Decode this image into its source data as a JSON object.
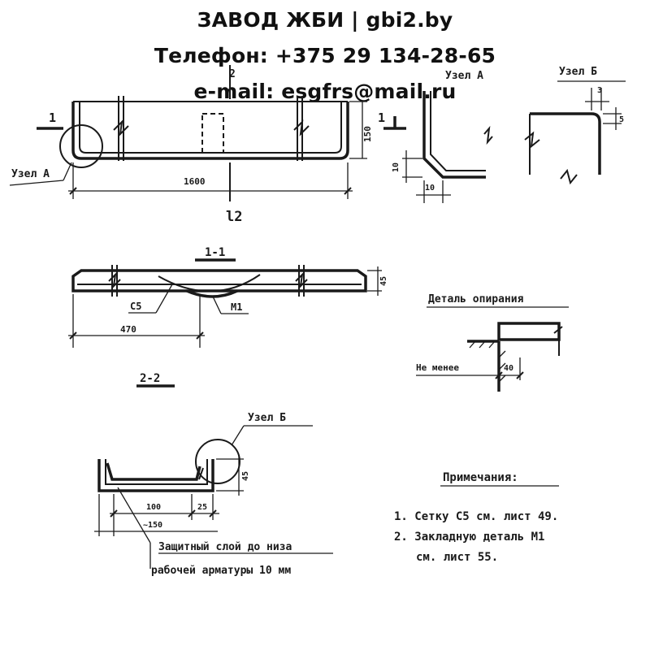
{
  "header": {
    "company": "ЗАВОД ЖБИ | gbi2.by",
    "phone": "Телефон: +375 29 134-28-65",
    "email": "e-mail: esgfrs@mail.ru"
  },
  "labels": {
    "cut_1": "1",
    "cut_2": "2",
    "node_a": "Узел А",
    "node_b": "Узел Б",
    "length_1600": "1600",
    "length_l2": "l2",
    "height_150": "150",
    "detail_10a": "10",
    "detail_10b": "10",
    "detail_3": "3",
    "detail_5": "5",
    "section_11": "1-1",
    "height_45": "45",
    "mesh_c5": "С5",
    "part_m1": "М1",
    "dim_470": "470",
    "support_title": "Деталь опирания",
    "not_less": "Не менее",
    "dim_40": "40",
    "section_22": "2-2",
    "node_b2": "Узел Б",
    "dim_100": "100",
    "dim_25": "25",
    "dim_150b": "~150",
    "height_45b": "45",
    "cover_line1": "Защитный слой до низа",
    "cover_line2": "рабочей арматуры 10 мм"
  },
  "notes": {
    "title": "Примечания:",
    "item1": "1. Сетку С5 см. лист 49.",
    "item2": "2. Закладную деталь М1",
    "item2b": "см. лист 55."
  }
}
